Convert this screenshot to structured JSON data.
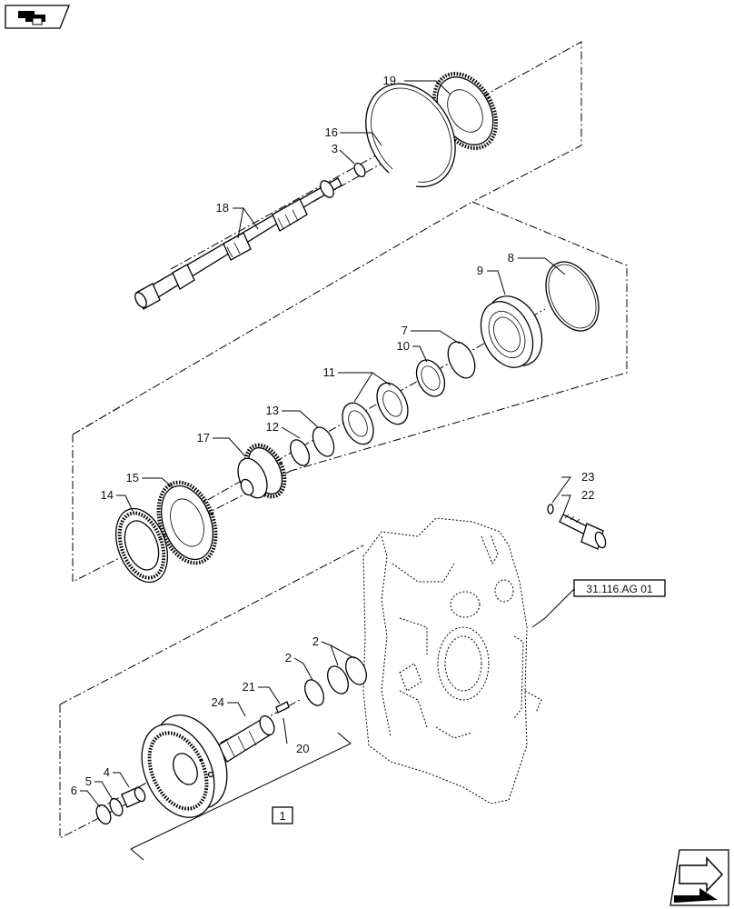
{
  "ref_code": "31.116.AG 01",
  "group_label": "1",
  "callouts": [
    "19",
    "16",
    "3",
    "18",
    "8",
    "9",
    "7",
    "10",
    "11",
    "13",
    "12",
    "17",
    "15",
    "14",
    "23",
    "22",
    "2",
    "2",
    "21",
    "24",
    "20",
    "4",
    "5",
    "6"
  ]
}
